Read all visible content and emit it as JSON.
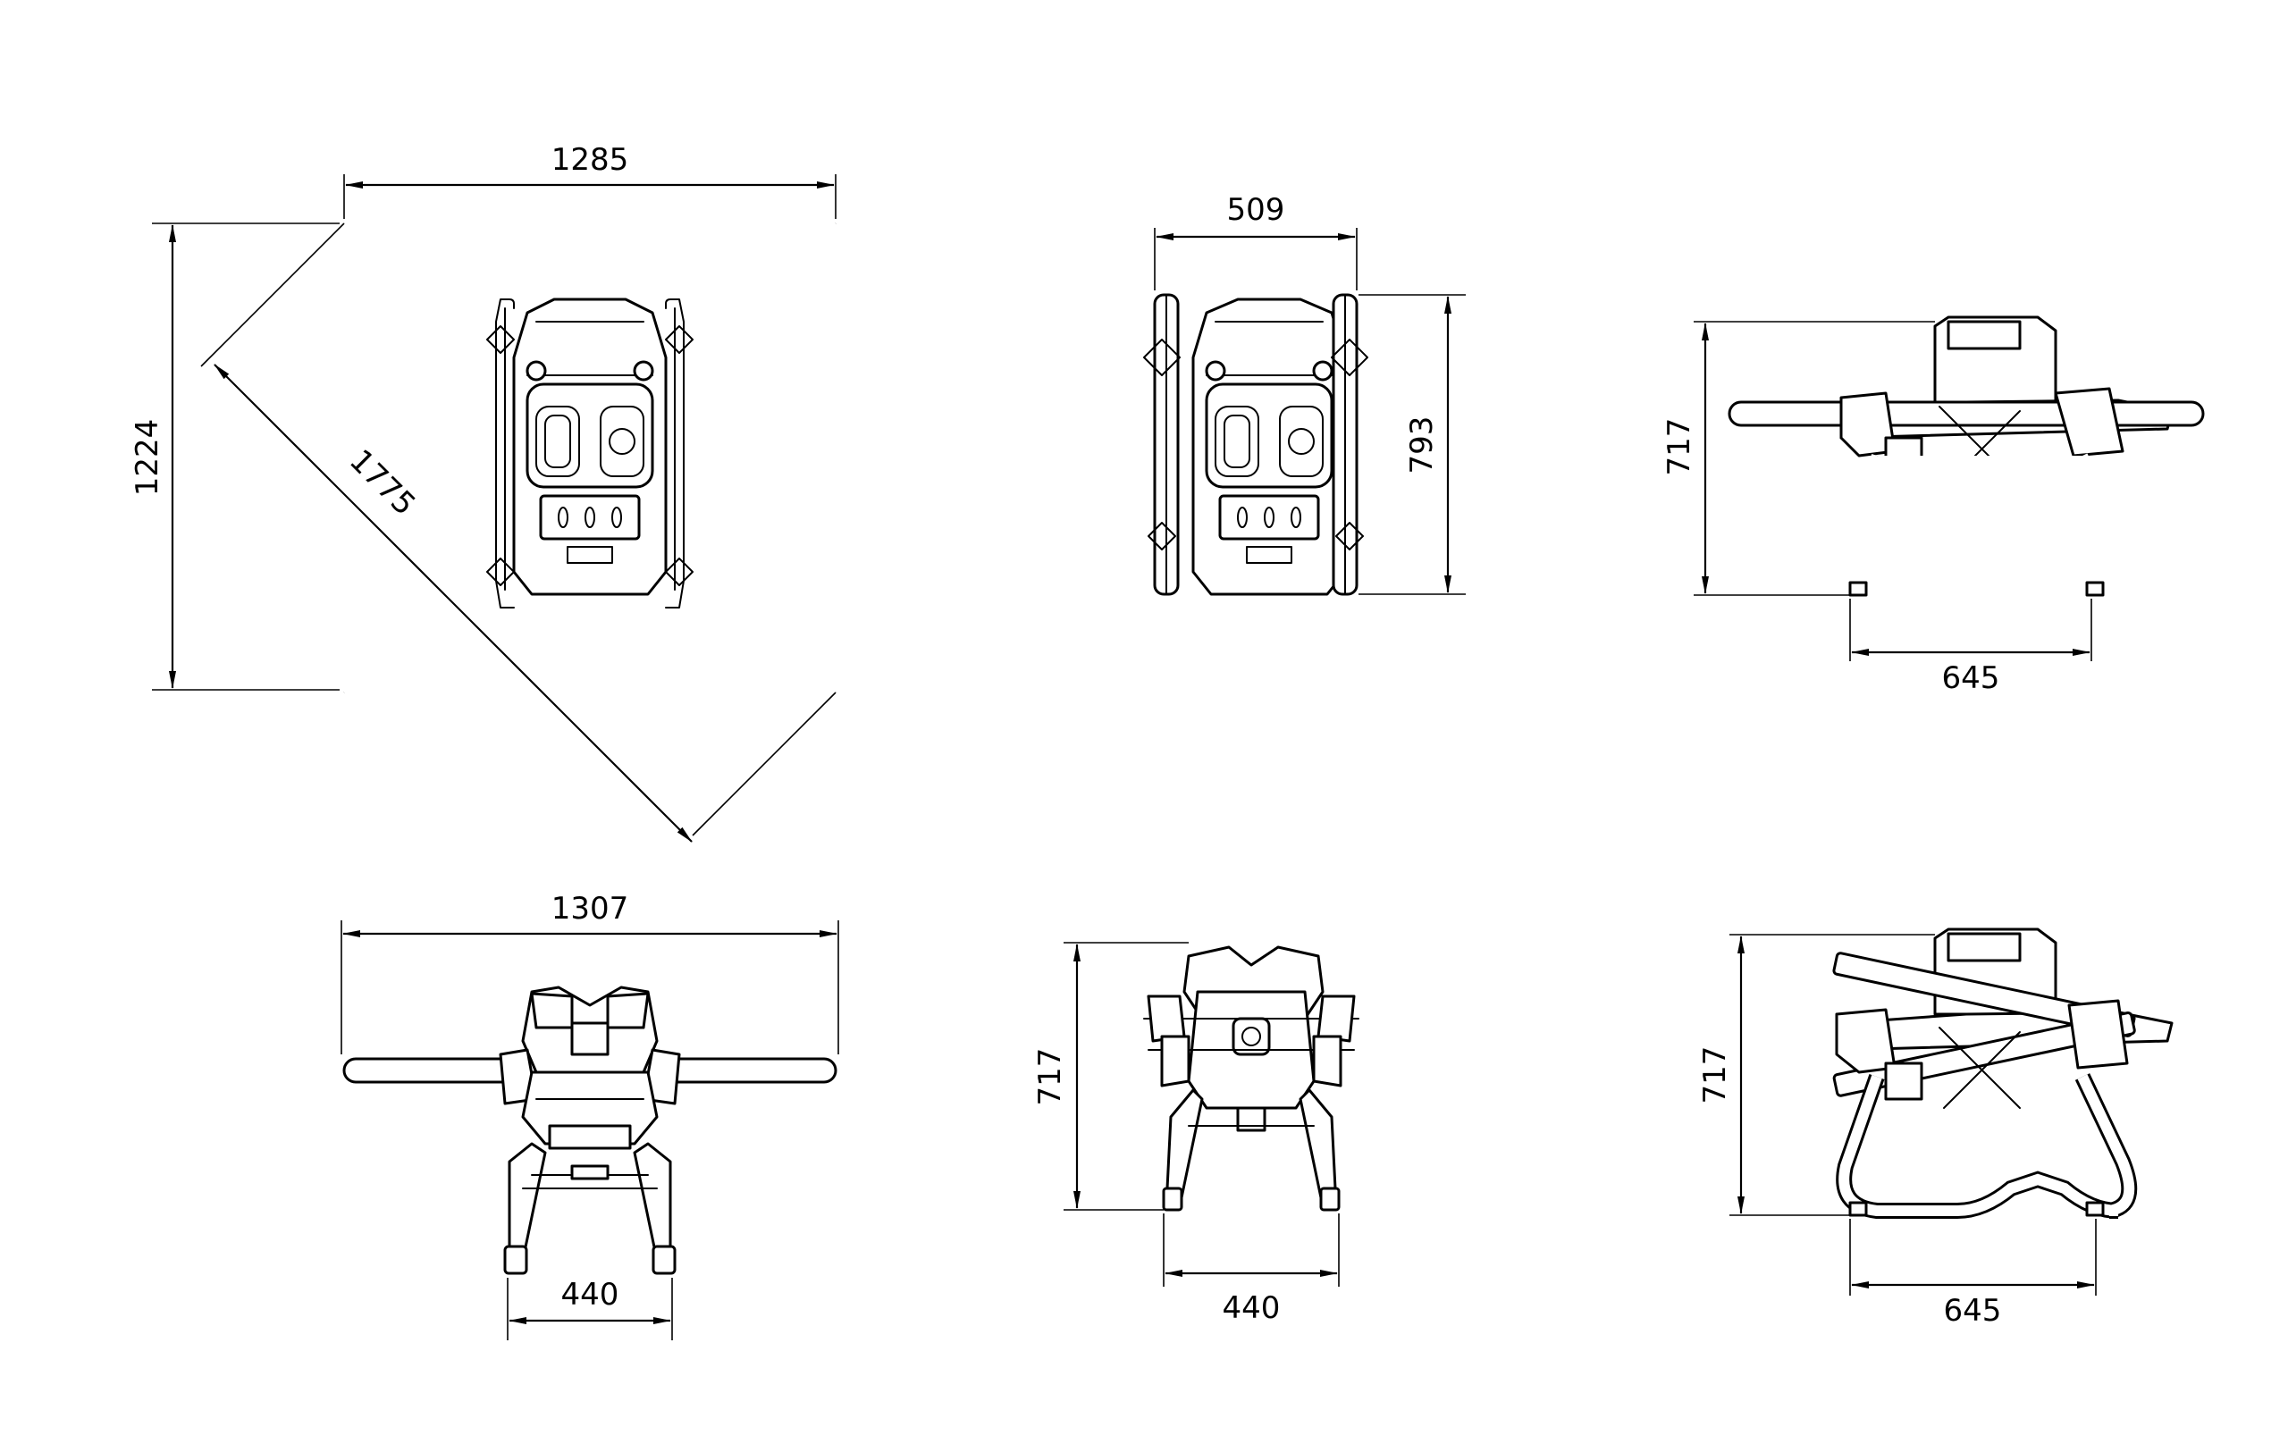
{
  "views": {
    "top_view": {
      "width_label": "1285",
      "height_label": "1224",
      "diagonal_label": "1775"
    },
    "folded_top_view": {
      "width_label": "509",
      "height_label": "793"
    },
    "side_view_folded": {
      "height_label": "717",
      "base_label": "645"
    },
    "front_view": {
      "span_label": "1307",
      "leg_label": "440"
    },
    "front_view_folded": {
      "height_label": "717",
      "leg_label": "440"
    },
    "side_view": {
      "height_label": "717",
      "base_label": "645"
    }
  },
  "colors": {
    "line": "#000000",
    "background": "#ffffff"
  }
}
